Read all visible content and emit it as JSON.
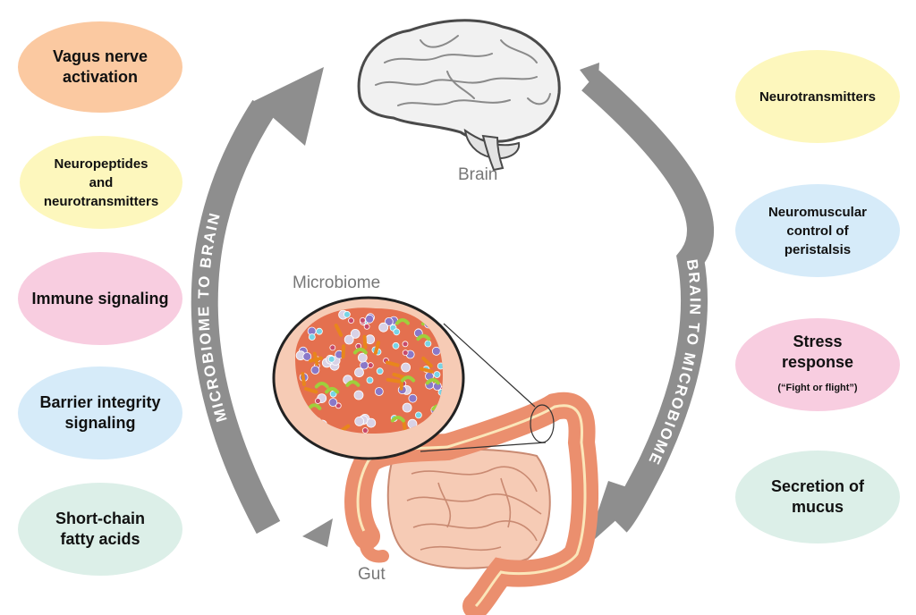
{
  "colors": {
    "orange": "#fbc9a1",
    "yellow": "#fdf7bd",
    "pink": "#f8cde0",
    "blue": "#d6ebf9",
    "green": "#dcefe8",
    "arrow": "#8e8e8e",
    "tissue": "#e4704f",
    "colon": "#eb8f6e",
    "small_intestine": "#f6cbb5"
  },
  "labels": {
    "brain": "Brain",
    "microbiome": "Microbiome",
    "gut": "Gut",
    "left_arrow": "MICROBIOME TO BRAIN",
    "right_arrow": "BRAIN TO MICROBIOME"
  },
  "left_boxes": [
    {
      "lines": [
        "Vagus nerve",
        "activation"
      ],
      "color": "orange"
    },
    {
      "lines": [
        "Neuropeptides",
        "and",
        "neurotransmitters"
      ],
      "color": "yellow"
    },
    {
      "lines": [
        "Immune signaling"
      ],
      "color": "pink"
    },
    {
      "lines": [
        "Barrier integrity",
        "signaling"
      ],
      "color": "blue"
    },
    {
      "lines": [
        "Short-chain",
        "fatty acids"
      ],
      "color": "green"
    }
  ],
  "right_boxes": [
    {
      "lines": [
        "Neurotransmitters"
      ],
      "color": "yellow"
    },
    {
      "lines": [
        "Neuromuscular",
        "control of",
        "peristalsis"
      ],
      "color": "blue"
    },
    {
      "lines": [
        "Stress",
        "response"
      ],
      "note": "(“Fight or flight”)",
      "color": "pink"
    },
    {
      "lines": [
        "Secretion of",
        "mucus"
      ],
      "color": "green"
    }
  ]
}
